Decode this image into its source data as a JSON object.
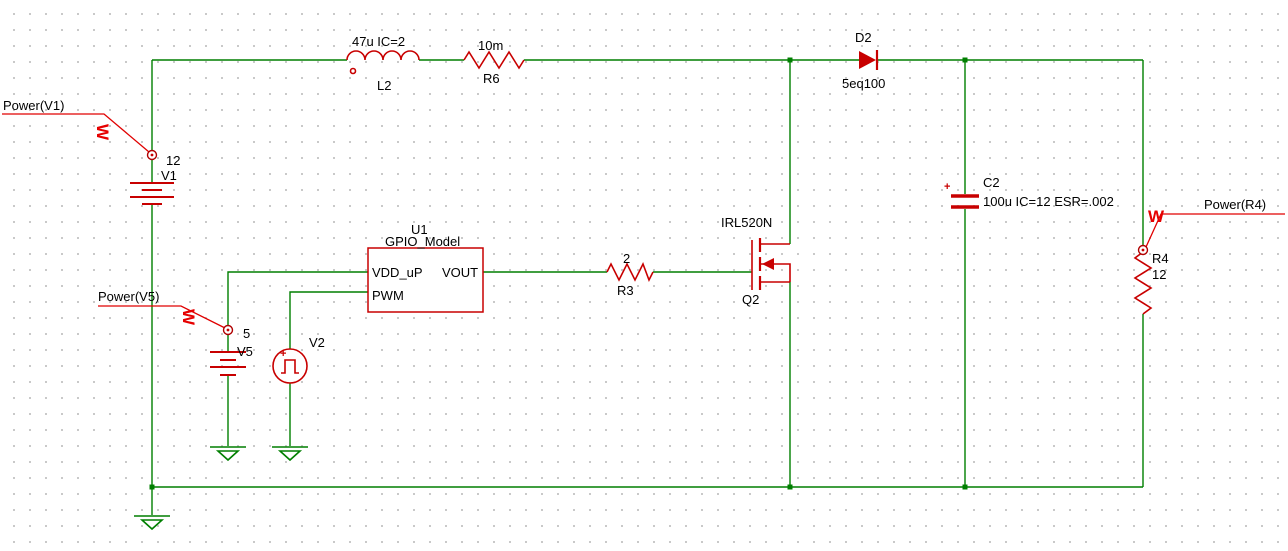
{
  "colors": {
    "wire": "#007f00",
    "component": "#c80000",
    "probe_marker": "#e60000",
    "text": "#000000",
    "grid_dot": "#c9c9c9",
    "background": "#ffffff"
  },
  "probes": {
    "v1": {
      "label": "Power(V1)",
      "marker": "W"
    },
    "v5": {
      "label": "Power(V5)",
      "marker": "W"
    },
    "r4": {
      "label": "Power(R4)",
      "marker": "W"
    }
  },
  "components": {
    "v1": {
      "ref": "V1",
      "value": "12"
    },
    "v5": {
      "ref": "V5",
      "value": "5"
    },
    "v2": {
      "ref": "V2",
      "plus": "+"
    },
    "l2": {
      "ref": "L2",
      "value": "47u IC=2"
    },
    "r6": {
      "ref": "R6",
      "value": "10m"
    },
    "r3": {
      "ref": "R3",
      "value": "2"
    },
    "r4": {
      "ref": "R4",
      "value": "12"
    },
    "d2": {
      "ref": "D2",
      "value": "5eq100"
    },
    "c2": {
      "ref": "C2",
      "value": "100u IC=12 ESR=.002",
      "plus": "+"
    },
    "q2": {
      "ref": "Q2",
      "model": "IRL520N"
    },
    "u1": {
      "ref": "U1",
      "model": "GPIO_Model",
      "pins": {
        "vdd": "VDD_uP",
        "vout": "VOUT",
        "pwm": "PWM"
      }
    }
  }
}
